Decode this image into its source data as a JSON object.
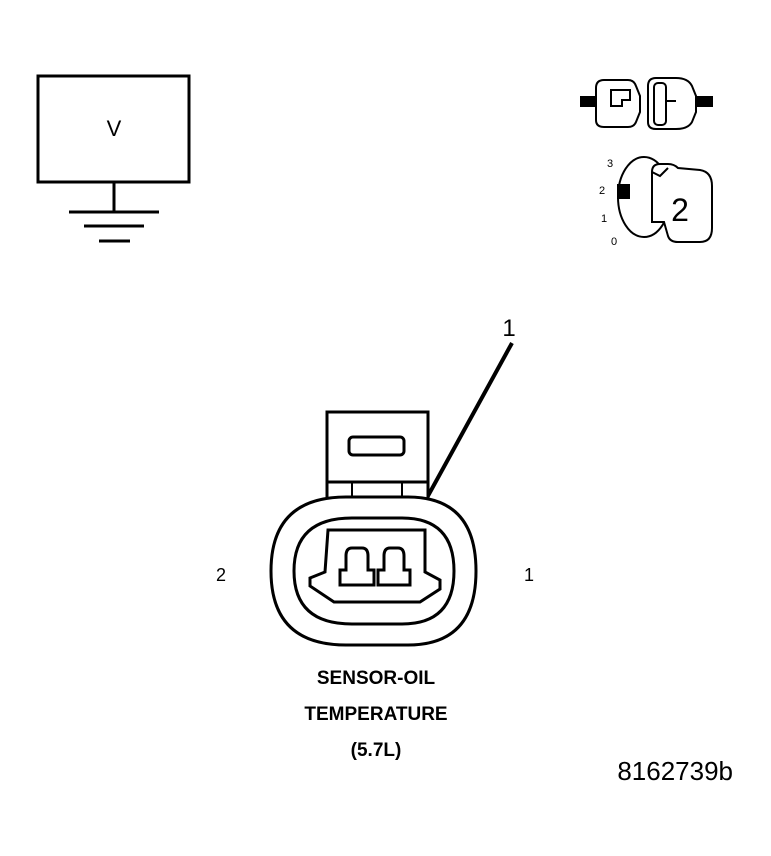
{
  "voltmeter": {
    "symbol": "V"
  },
  "ignition_switch": {
    "positions": [
      "3",
      "2",
      "1",
      "0"
    ],
    "setting": "2"
  },
  "connector": {
    "callout": "1",
    "pin_left": "2",
    "pin_right": "1",
    "name_lines": [
      "SENSOR-OIL",
      "TEMPERATURE",
      "(5.7L)"
    ]
  },
  "figure_id": "8162739b",
  "colors": {
    "line": "#000000",
    "background": "#ffffff"
  }
}
